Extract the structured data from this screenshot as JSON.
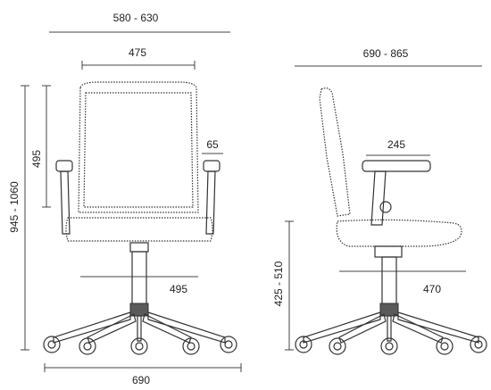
{
  "dimensions": {
    "front": {
      "overall_width": "580 - 630",
      "seat_width": "475",
      "backrest_height": "495",
      "armrest_width": "65",
      "total_height": "945 - 1060",
      "seat_depth_label": "495",
      "base_diameter": "690"
    },
    "side": {
      "overall_depth": "690 - 865",
      "armrest_length": "245",
      "seat_height": "425 - 510",
      "seat_depth": "470"
    }
  }
}
